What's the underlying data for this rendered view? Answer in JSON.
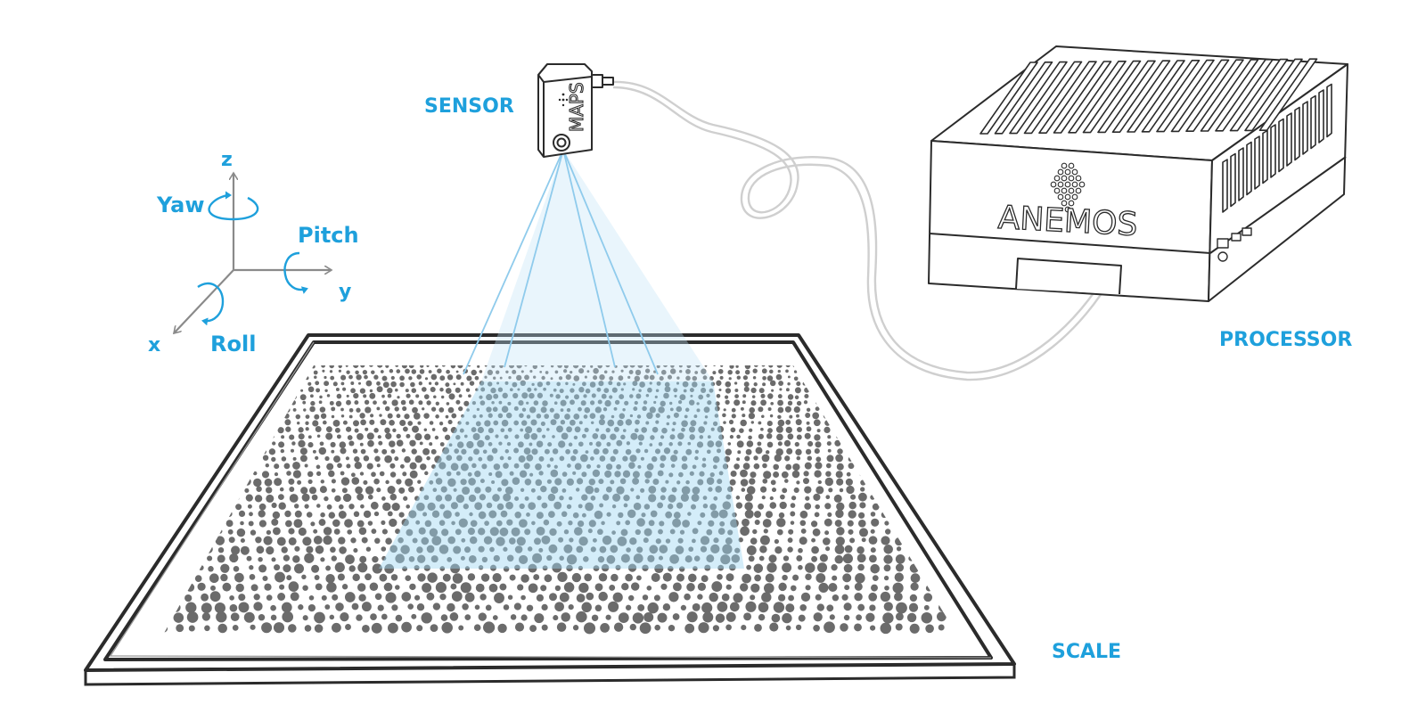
{
  "labels": {
    "sensor": "SENSOR",
    "processor": "PROCESSOR",
    "scale": "SCALE"
  },
  "axes": {
    "z": "z",
    "y": "y",
    "x": "x",
    "yaw": "Yaw",
    "pitch": "Pitch",
    "roll": "Roll"
  },
  "devices": {
    "sensor_brand": "MAPS",
    "processor_brand": "ANEMOS"
  },
  "colors": {
    "accent": "#1ea0dc",
    "line": "#2b2b2b",
    "dot": "#6b6b6b",
    "beam_fill": "#9fd6f2",
    "cable": "#cfcfcf",
    "axis": "#8a8a8a"
  },
  "icons": {
    "yaw_rotation": "rotation-arrow-icon",
    "pitch_rotation": "rotation-arrow-icon",
    "roll_rotation": "rotation-arrow-icon"
  }
}
